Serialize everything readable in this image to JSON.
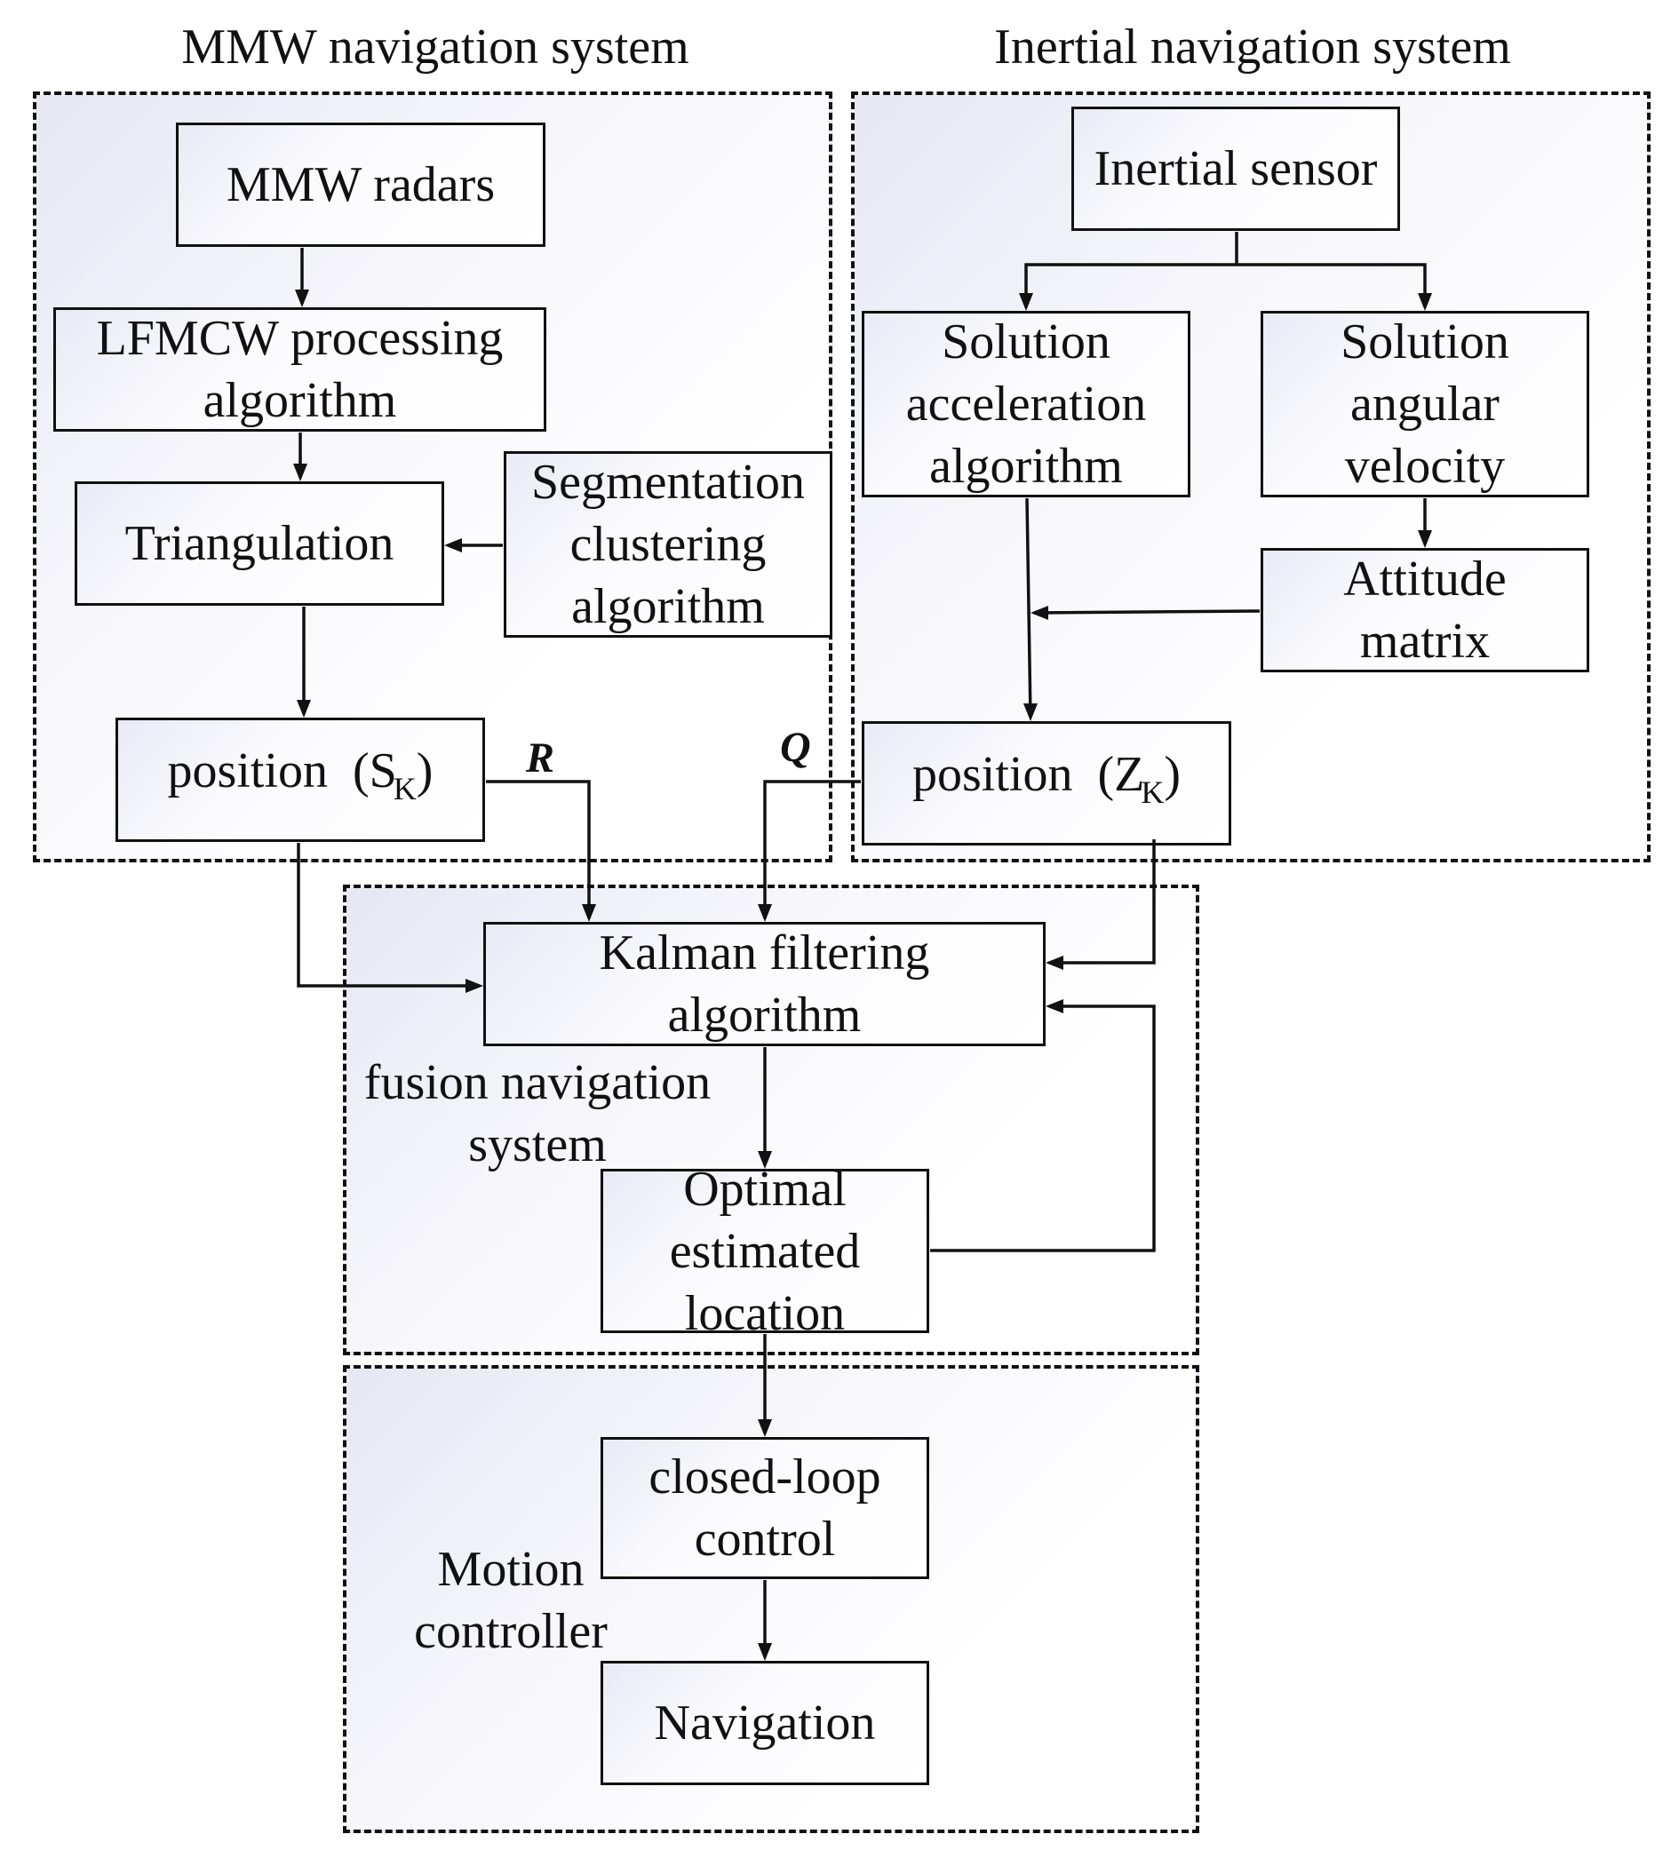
{
  "titles": {
    "mmw": "MMW navigation system",
    "inertial": "Inertial navigation system"
  },
  "mmw": {
    "radars": "MMW radars",
    "lfmcw": [
      "LFMCW processing",
      "algorithm"
    ],
    "triangulation": "Triangulation",
    "segmentation": [
      "Segmentation",
      "clustering",
      "algorithm"
    ],
    "position_text": "position",
    "position_open": "(S",
    "position_sub": "K",
    "position_close": ")"
  },
  "inertial": {
    "sensor": "Inertial sensor",
    "acceleration": [
      "Solution",
      "acceleration",
      "algorithm"
    ],
    "angular": [
      "Solution",
      "angular",
      "velocity"
    ],
    "attitude": [
      "Attitude",
      "matrix"
    ],
    "position_text": "position",
    "position_open": "(Z",
    "position_sub": "K",
    "position_close": ")"
  },
  "edges": {
    "r": "R",
    "q": "Q"
  },
  "fusion": {
    "kalman": [
      "Kalman filtering",
      "algorithm"
    ],
    "label": [
      "fusion navigation",
      "system"
    ],
    "optimal": [
      "Optimal",
      "estimated",
      "location"
    ]
  },
  "motion": {
    "closed_loop": [
      "closed-loop",
      "control"
    ],
    "label": [
      "Motion",
      "controller"
    ],
    "navigation": "Navigation"
  }
}
